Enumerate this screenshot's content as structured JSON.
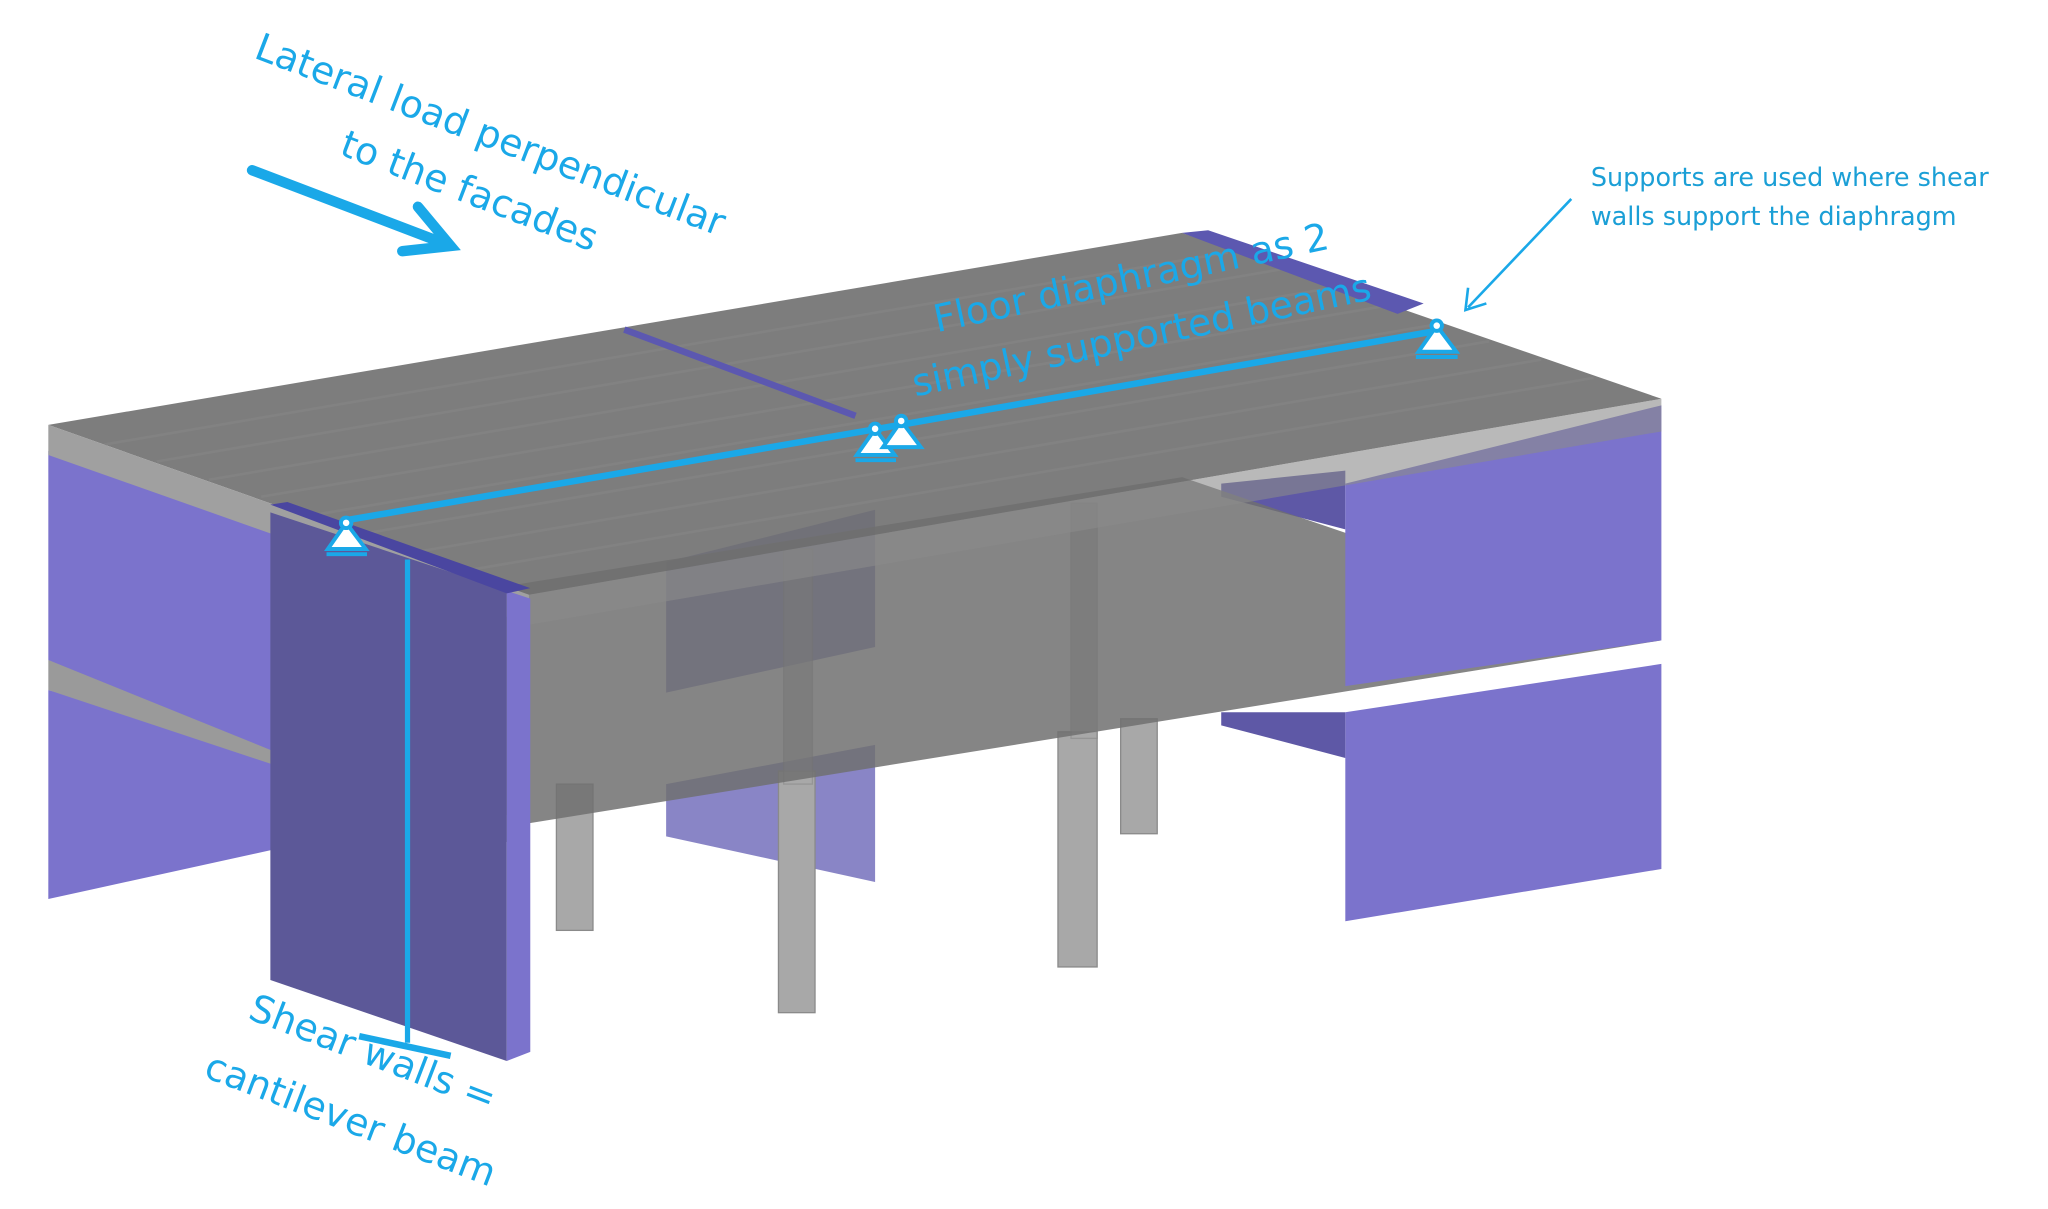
{
  "colors": {
    "annotation": "#1aa8e8",
    "shear_wall_light": "#7b73cc",
    "shear_wall_dark": "#5c5898",
    "slab": "#6e6e6e",
    "column": "#a9a9a9"
  },
  "labels": {
    "lateral_load_line1": "Lateral load perpendicular",
    "lateral_load_line2": "to the facades",
    "diaphragm_line1": "Floor diaphragm as 2",
    "diaphragm_line2": "simply supported beams",
    "supports_line1": "Supports are used where shear",
    "supports_line2": "walls support the diaphragm",
    "shear_line1": "Shear walls =",
    "shear_line2": "cantilever beam"
  },
  "icons": {
    "load_arrow": "arrow-right-icon",
    "support": "pin-support-icon"
  }
}
